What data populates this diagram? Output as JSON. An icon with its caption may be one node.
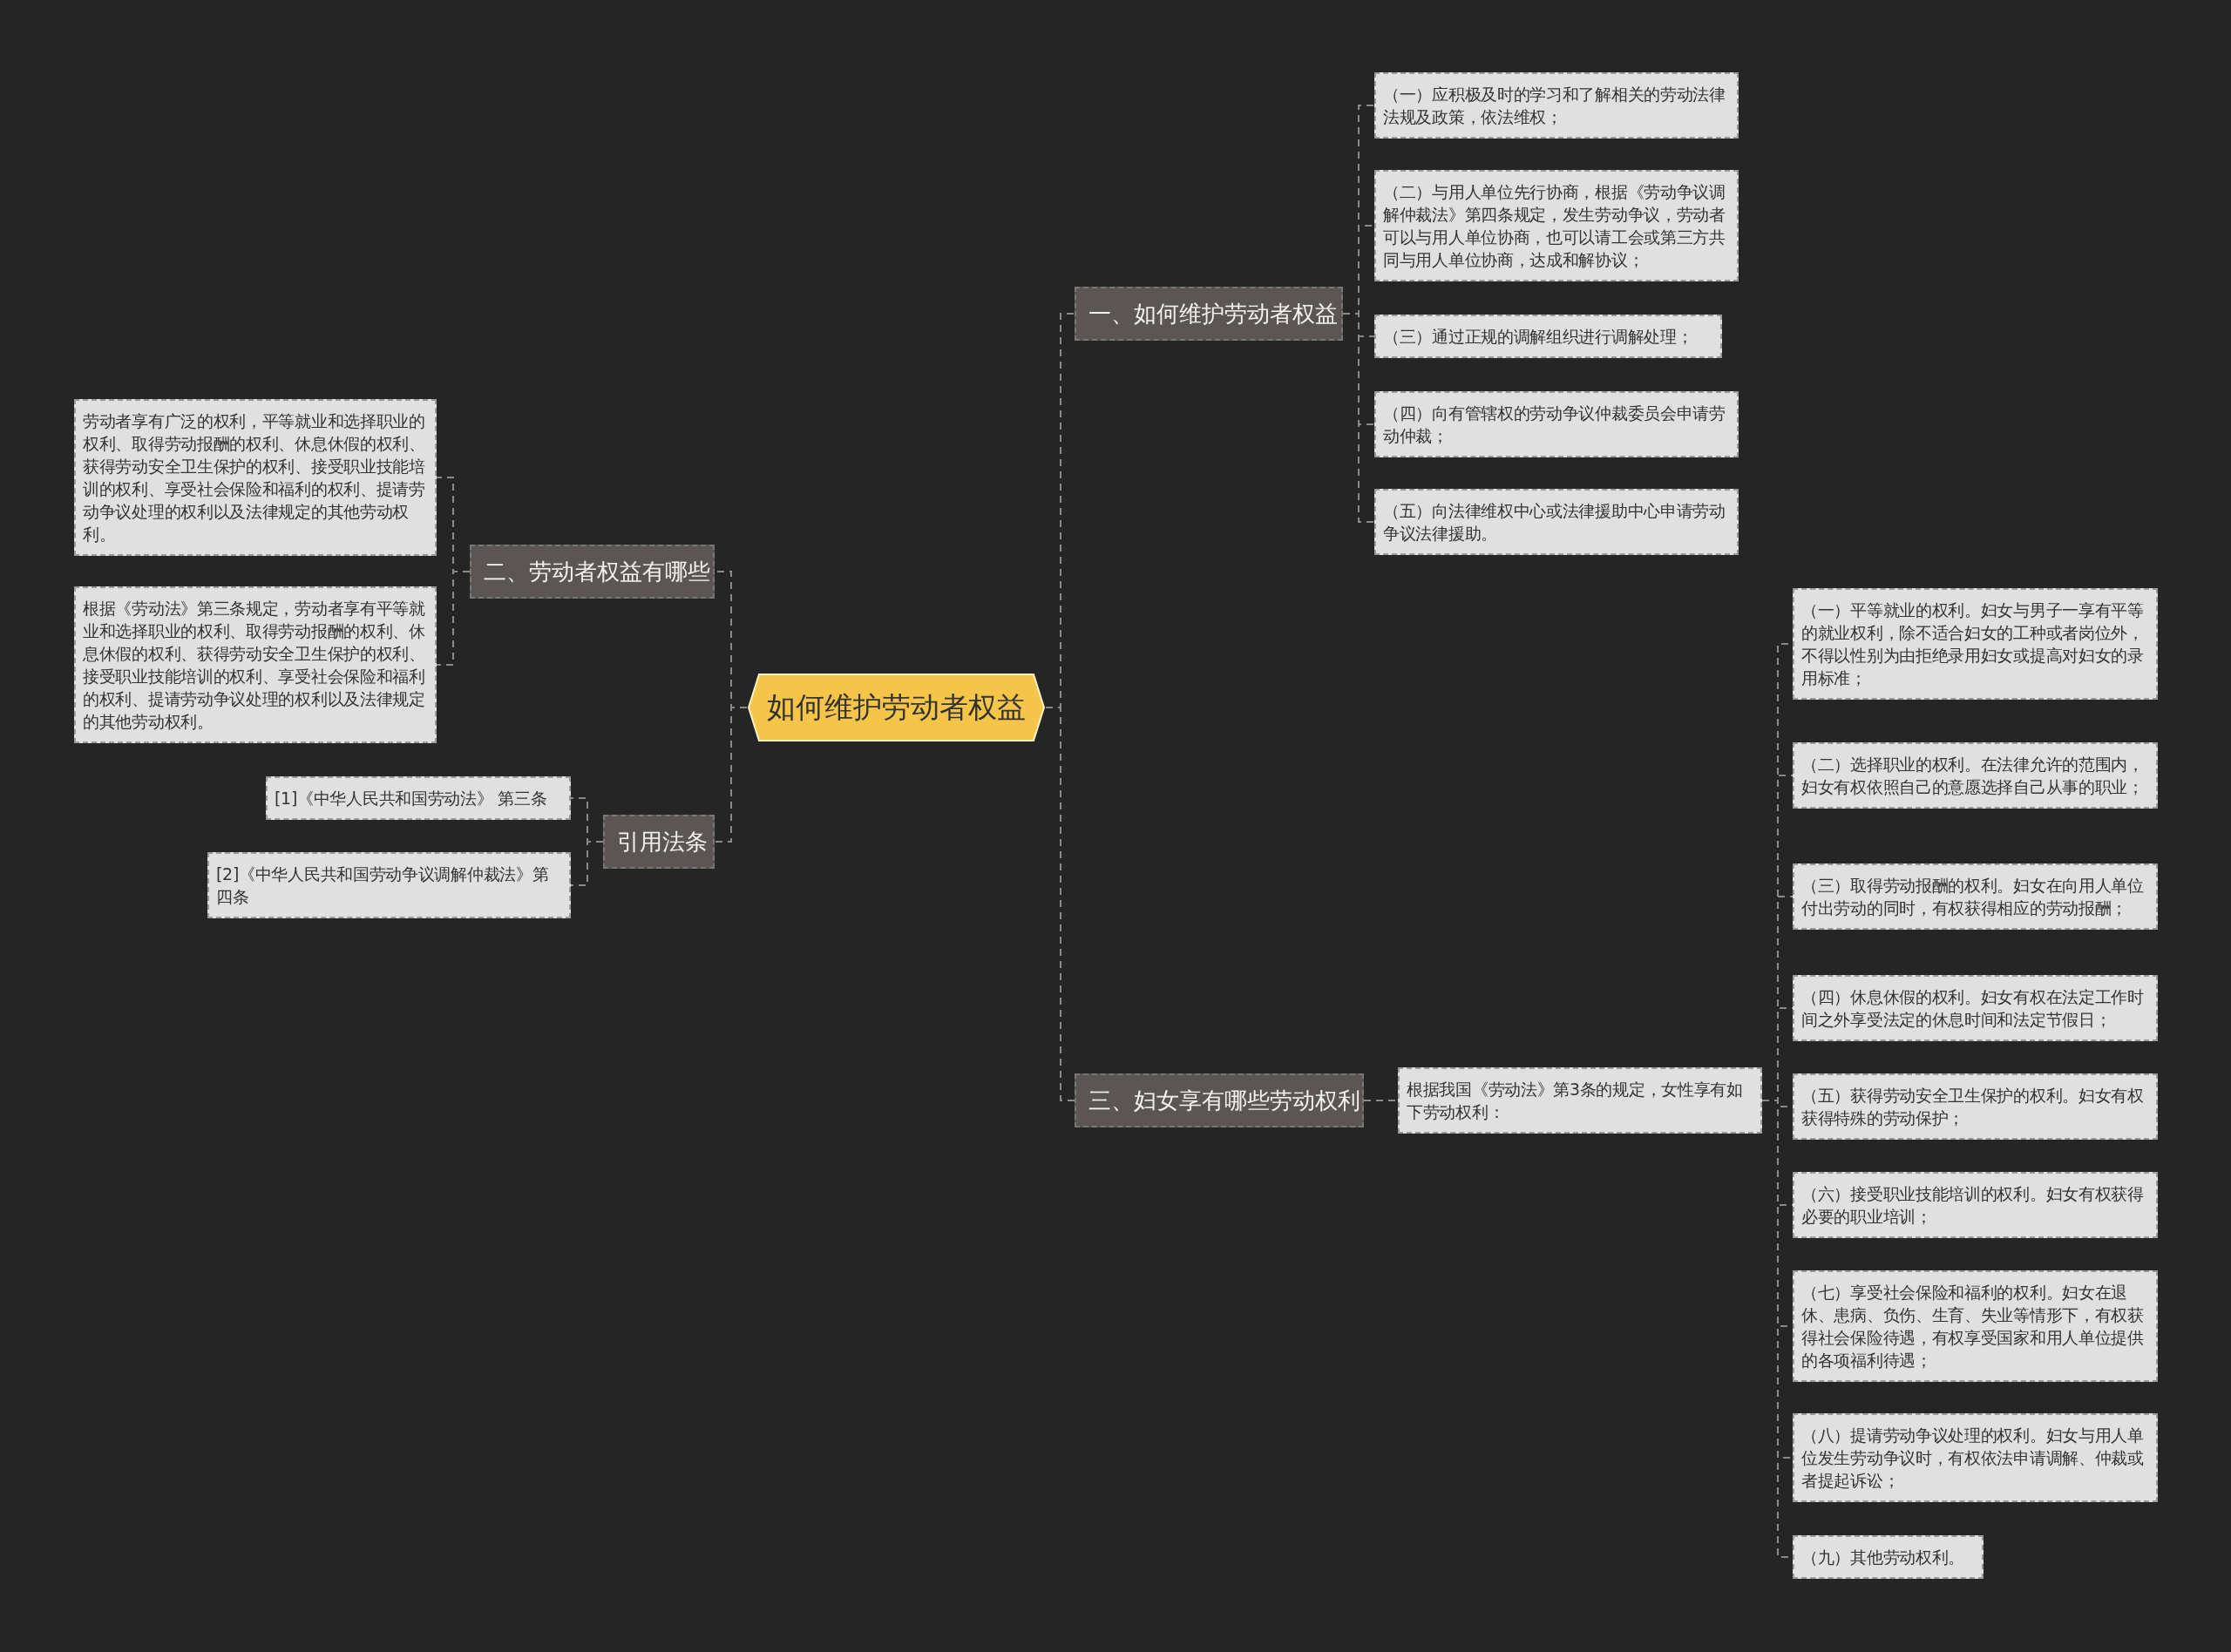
{
  "diagram": {
    "nodes": [
      {
        "text": [
          "如何维护劳动者权益"
        ]
      },
      {
        "text": [
          "一、如何维护劳动者权益"
        ]
      },
      {
        "text": [
          "（一）应积极及时的学习和了解相关的劳动法律法规及政策，依法维权；"
        ]
      },
      {
        "text": [
          "（二）与用人单位先行协商，根据《劳动争议调解仲裁法》第四条规定，发生劳动争议，劳动者可以与用人单位协商，也可以请工会或第三方共同与用人单位协商，达成和解协议；"
        ]
      },
      {
        "text": [
          "（三）通过正规的调解组织进行调解处理；"
        ]
      },
      {
        "text": [
          "（四）向有管辖权的劳动争议仲裁委员会申请劳动仲裁；"
        ]
      },
      {
        "text": [
          "（五）向法律维权中心或法律援助中心申请劳动争议法律援助。"
        ]
      },
      {
        "text": [
          "二、劳动者权益有哪些"
        ]
      },
      {
        "text": [
          "劳动者享有广泛的权利，平等就业和选择职业的权利、取得劳动报酬的权利、休息休假的权利、获得劳动安全卫生保护的权利、接受职业技能培训的权利、享受社会保险和福利的权利、提请劳动争议处理的权利以及法律规定的其他劳动权利。"
        ]
      },
      {
        "text": [
          "根据《劳动法》第三条规定，劳动者享有平等就业和选择职业的权利、取得劳动报酬的权利、休息休假的权利、获得劳动安全卫生保护的权利、接受职业技能培训的权利、享受社会保险和福利的权利、提请劳动争议处理的权利以及法律规定的其他劳动权利。"
        ]
      },
      {
        "text": [
          "引用法条"
        ]
      },
      {
        "text": [
          "[1]《中华人民共和国劳动法》 第三条"
        ]
      },
      {
        "text": [
          "[2]《中华人民共和国劳动争议调解仲裁法》第四条"
        ]
      },
      {
        "text": [
          "三、妇女享有哪些劳动权利"
        ]
      },
      {
        "text": [
          "根据我国《劳动法》第3条的规定，女性享有如下劳动权利："
        ]
      },
      {
        "text": [
          "（一）平等就业的权利。妇女与男子一享有平等的就业权利，除不适合妇女的工种或者岗位外，不得以性别为由拒绝录用妇女或提高对妇女的录用标准；"
        ]
      },
      {
        "text": [
          "（二）选择职业的权利。在法律允许的范围内，妇女有权依照自己的意愿选择自己从事的职业；"
        ]
      },
      {
        "text": [
          "（三）取得劳动报酬的权利。妇女在向用人单位付出劳动的同时，有权获得相应的劳动报酬；"
        ]
      },
      {
        "text": [
          "（四）休息休假的权利。妇女有权在法定工作时间之外享受法定的休息时间和法定节假日；"
        ]
      },
      {
        "text": [
          "（五）获得劳动安全卫生保护的权利。妇女有权获得特殊的劳动保护；"
        ]
      },
      {
        "text": [
          "（六）接受职业技能培训的权利。妇女有权获得必要的职业培训；"
        ]
      },
      {
        "text": [
          "（七）享受社会保险和福利的权利。妇女在退休、患病、负伤、生育、失业等情形下，有权获得社会保险待遇，有权享受国家和用人单位提供的各项福利待遇；"
        ]
      },
      {
        "text": [
          "（八）提请劳动争议处理的权利。妇女与用人单位发生劳动争议时，有权依法申请调解、仲裁或者提起诉讼；"
        ]
      },
      {
        "text": [
          "（九）其他劳动权利。"
        ]
      }
    ],
    "edges": [
      {
        "from": 0,
        "to": 1,
        "arrow": "none",
        "style": "dashed"
      },
      {
        "from": 0,
        "to": 7,
        "arrow": "none",
        "style": "dashed"
      },
      {
        "from": 0,
        "to": 10,
        "arrow": "none",
        "style": "dashed"
      },
      {
        "from": 0,
        "to": 13,
        "arrow": "none",
        "style": "dashed"
      },
      {
        "from": 1,
        "to": 2,
        "arrow": "none",
        "style": "dashed"
      },
      {
        "from": 1,
        "to": 3,
        "arrow": "none",
        "style": "dashed"
      },
      {
        "from": 1,
        "to": 4,
        "arrow": "none",
        "style": "dashed"
      },
      {
        "from": 1,
        "to": 5,
        "arrow": "none",
        "style": "dashed"
      },
      {
        "from": 1,
        "to": 6,
        "arrow": "none",
        "style": "dashed"
      },
      {
        "from": 7,
        "to": 8,
        "arrow": "none",
        "style": "dashed"
      },
      {
        "from": 7,
        "to": 9,
        "arrow": "none",
        "style": "dashed"
      },
      {
        "from": 10,
        "to": 11,
        "arrow": "none",
        "style": "dashed"
      },
      {
        "from": 10,
        "to": 12,
        "arrow": "none",
        "style": "dashed"
      },
      {
        "from": 13,
        "to": 14,
        "arrow": "none",
        "style": "dashed"
      },
      {
        "from": 14,
        "to": 15,
        "arrow": "none",
        "style": "dashed"
      },
      {
        "from": 14,
        "to": 16,
        "arrow": "none",
        "style": "dashed"
      },
      {
        "from": 14,
        "to": 17,
        "arrow": "none",
        "style": "dashed"
      },
      {
        "from": 14,
        "to": 18,
        "arrow": "none",
        "style": "dashed"
      },
      {
        "from": 14,
        "to": 19,
        "arrow": "none",
        "style": "dashed"
      },
      {
        "from": 14,
        "to": 20,
        "arrow": "none",
        "style": "dashed"
      },
      {
        "from": 14,
        "to": 21,
        "arrow": "none",
        "style": "dashed"
      },
      {
        "from": 14,
        "to": 22,
        "arrow": "none",
        "style": "dashed"
      },
      {
        "from": 14,
        "to": 23,
        "arrow": "none",
        "style": "dashed"
      }
    ]
  }
}
